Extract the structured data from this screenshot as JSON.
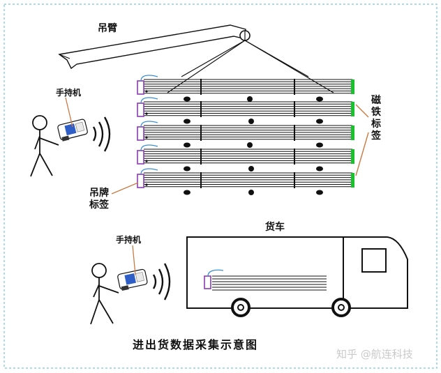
{
  "labels": {
    "boom": "吊臂",
    "handheld_top": "手持机",
    "handheld_bottom": "手持机",
    "magnetic_tag": [
      "磁",
      "铁",
      "标",
      "签"
    ],
    "hanging_tag": [
      "吊牌",
      "标签"
    ],
    "truck": "货车"
  },
  "caption": "进出货数据采集示意图",
  "watermark": "知乎 @航连科技",
  "colors": {
    "frame_border": "#5ab4d6",
    "magnetic_tag": "#19c22d",
    "hanging_tag": "#8a3bb5",
    "tag_wire": "#3a8fd0",
    "leader_line": "#c97a45",
    "device_screen": "#2f5ec7"
  },
  "icons": [
    "person-icon",
    "handheld-device-icon",
    "signal-waves-icon",
    "truck-icon",
    "crane-hook-icon"
  ]
}
